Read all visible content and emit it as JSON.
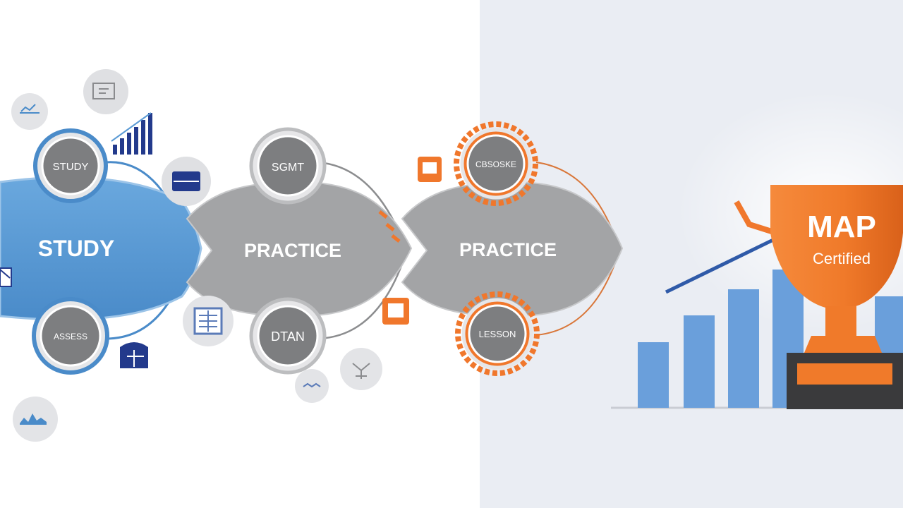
{
  "diagram": {
    "stages": [
      {
        "label": "STUDY",
        "top_badge": "STUDY",
        "bottom_badge": "ASSESS"
      },
      {
        "label": "PRACTICE",
        "top_badge": "SGMT",
        "bottom_badge": "DTAN"
      },
      {
        "label": "PRACTICE",
        "top_badge": "CBSOSKE",
        "bottom_badge": "LESSON"
      }
    ],
    "certificate": {
      "title": "MAP",
      "subtitle": "Certified"
    }
  },
  "colors": {
    "study_blue": "#5b9bd5",
    "practice_gray": "#a3a4a6",
    "badge_gray": "#7d7e80",
    "accent_orange": "#f0772c",
    "navy": "#233a8c",
    "right_panel": "#eaedf3",
    "bar_blue": "#6a9fdb"
  },
  "icons": [
    "tag-icon",
    "presentation-icon",
    "bar-chart-icon",
    "briefcase-icon",
    "envelope-icon",
    "clipboard-icon",
    "calculator-icon",
    "folder-icon",
    "handshake-icon",
    "network-icon",
    "chart-icon"
  ]
}
